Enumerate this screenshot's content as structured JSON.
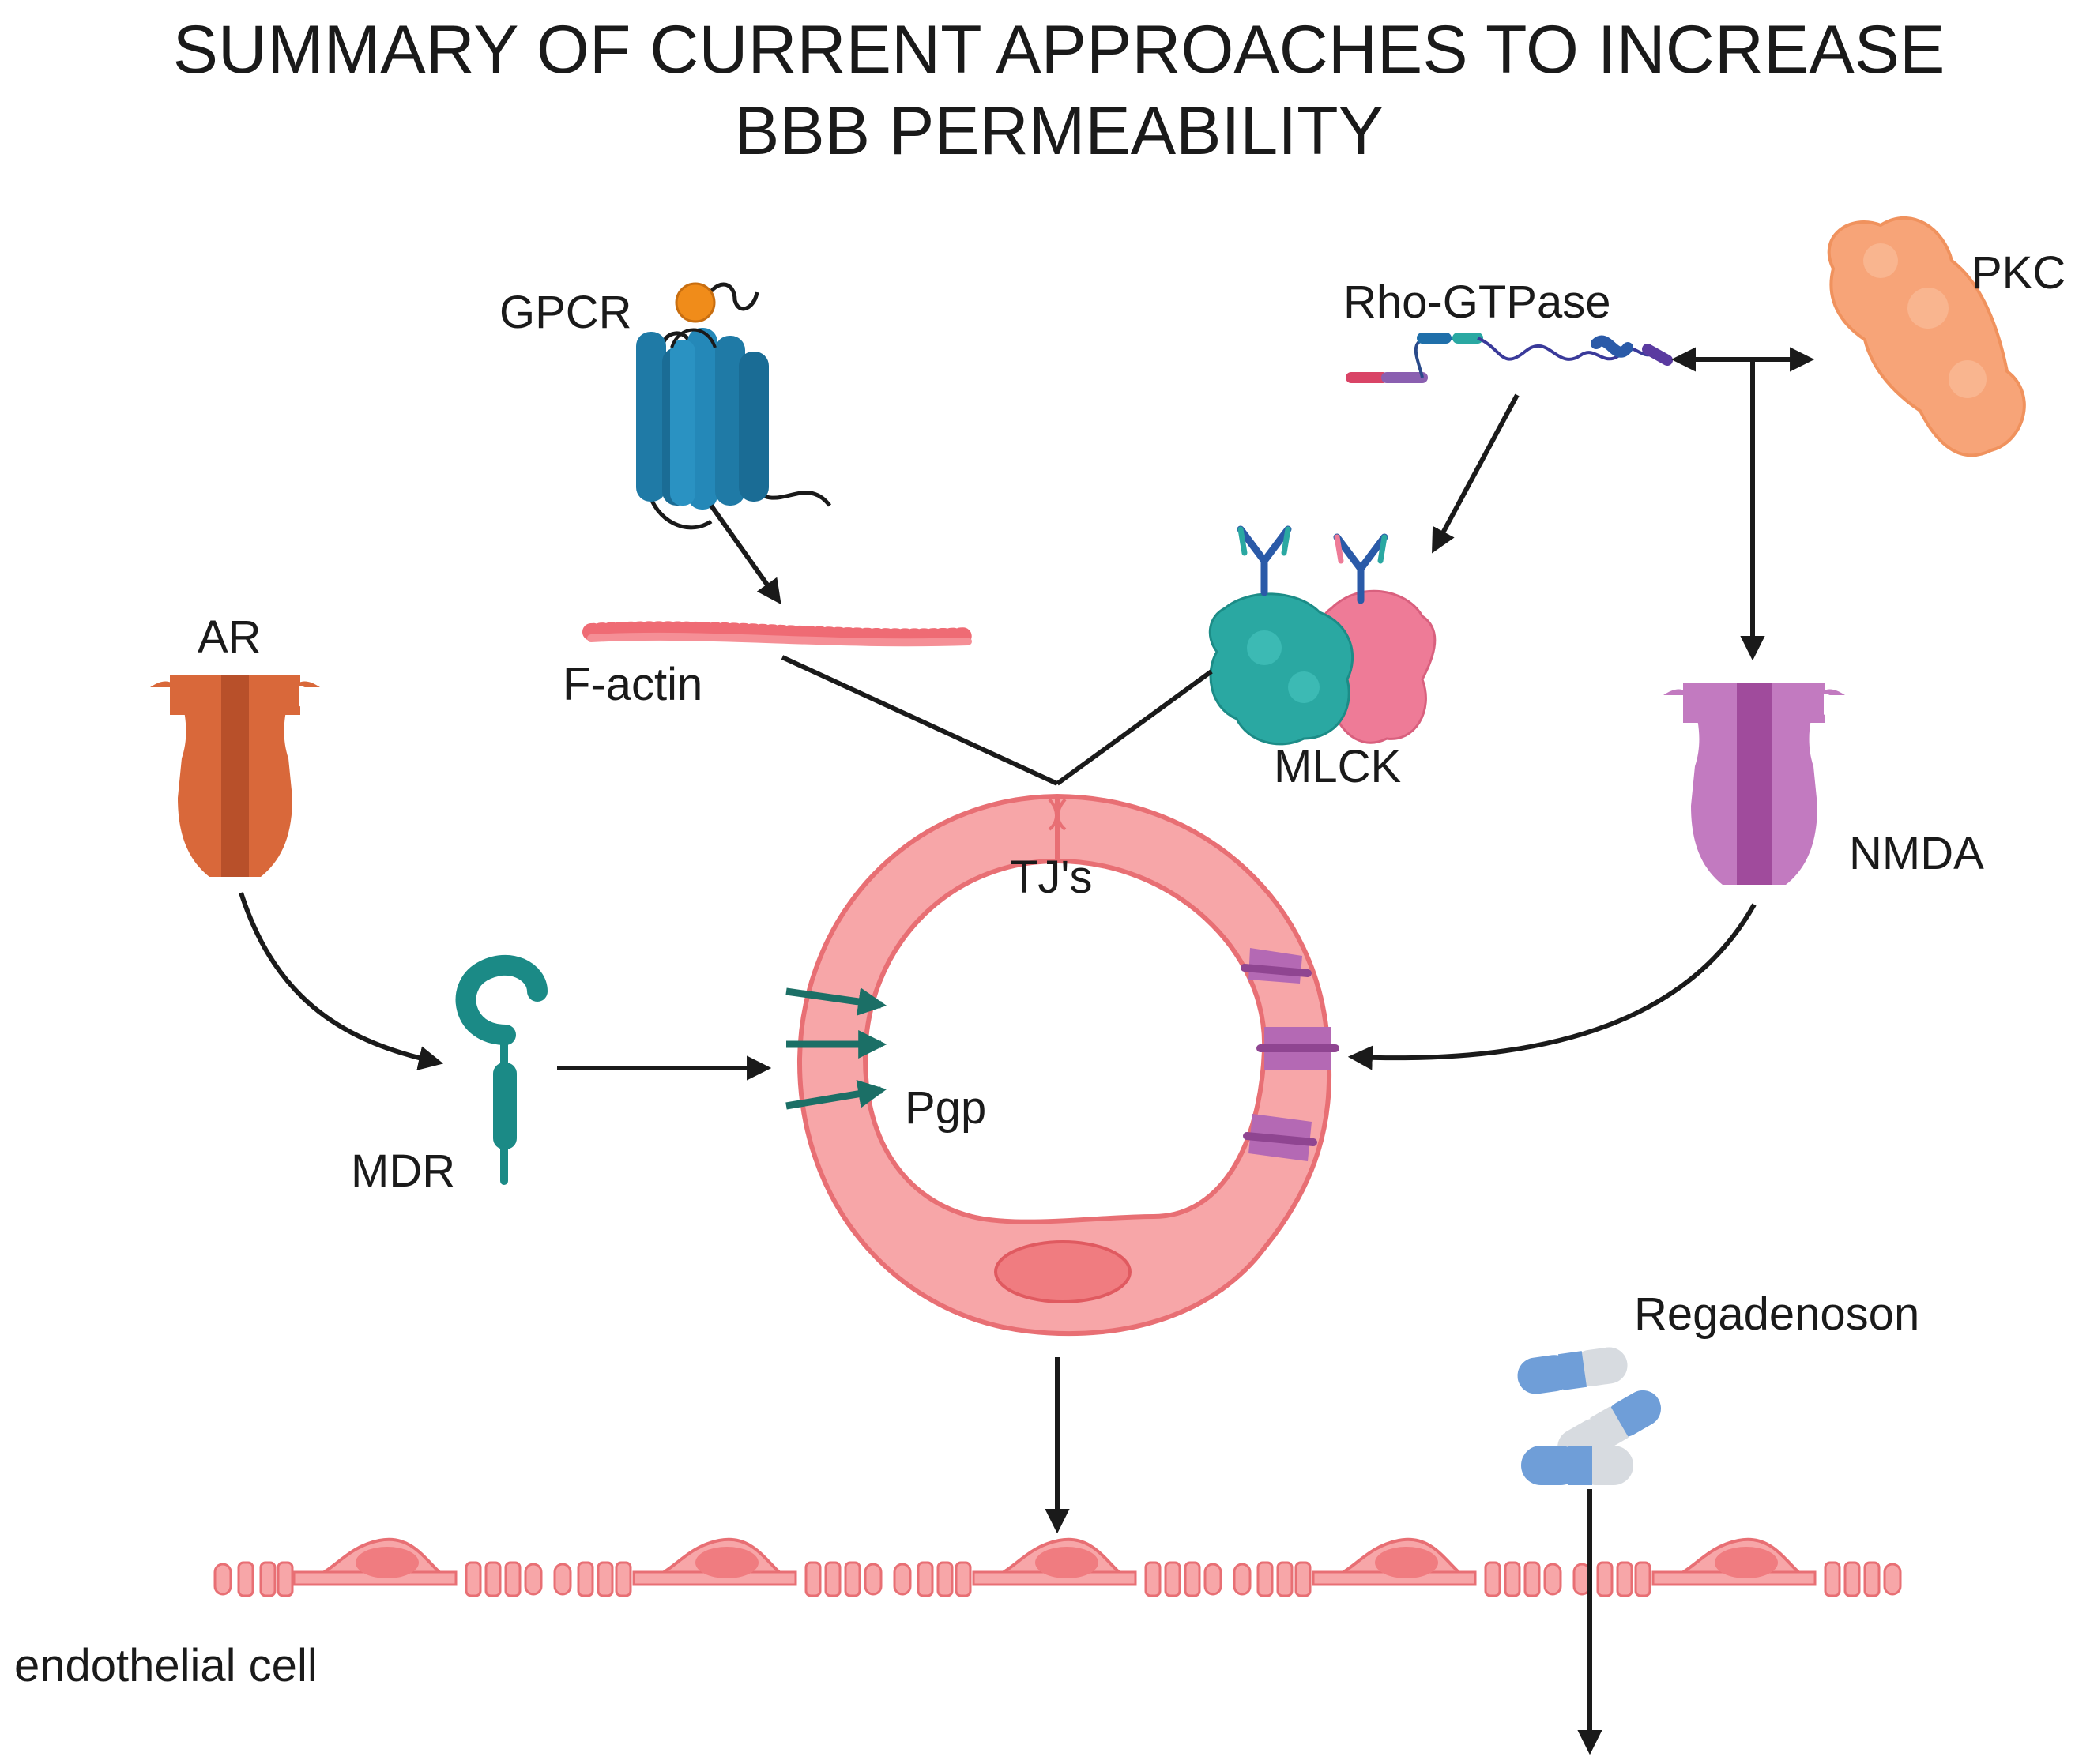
{
  "title": {
    "line1": "SUMMARY OF CURRENT APPROACHES TO INCREASE",
    "line2": "BBB PERMEABILITY"
  },
  "labels": {
    "gpcr": "GPCR",
    "rho_gtpase": "Rho-GTPase",
    "pkc": "PKC",
    "ar": "AR",
    "f_actin": "F-actin",
    "mlck": "MLCK",
    "nmda": "NMDA",
    "tjs": "TJ's",
    "pgp": "Pgp",
    "mdr": "MDR",
    "regadenoson": "Regadenoson",
    "endothelial_cell": "endothelial cell"
  },
  "colors": {
    "gpcr": "#1f7aa6",
    "ligand": "#f08c1a",
    "ar": "#d9683a",
    "nmda": "#b05aa8",
    "pkc": "#f7a478",
    "mlck_teal": "#2aa8a2",
    "mlck_pink": "#ee7b97",
    "f_actin": "#ef6b74",
    "vessel": "#f7a6a8",
    "vessel_outline": "#e86f74",
    "mdr": "#1b8a86",
    "tj_protein": "#b469b4",
    "pill_blue": "#6f9ed8",
    "pill_grey": "#d7dbe0",
    "arrow": "#1a1a1a"
  }
}
